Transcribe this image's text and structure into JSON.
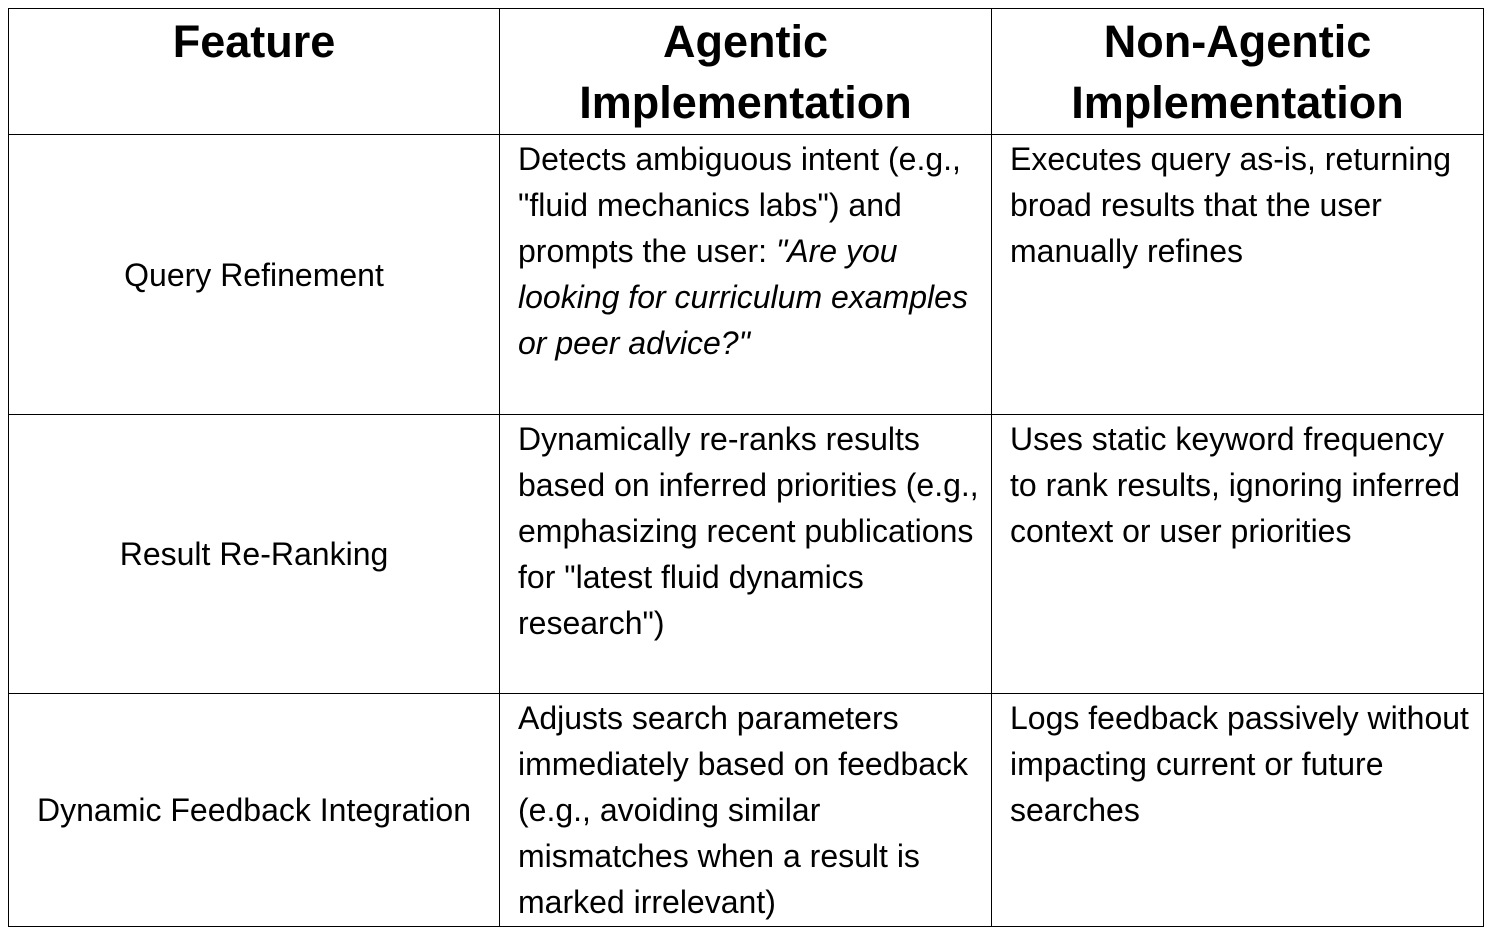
{
  "table": {
    "headers": [
      "Feature",
      "Agentic Implementation",
      "Non-Agentic Implementation"
    ],
    "rows": [
      {
        "feature": "Query Refinement",
        "agentic": {
          "text": "Detects ambiguous intent (e.g., \"fluid mechanics labs\") and prompts the user: ",
          "italic": "\"Are you looking for curriculum examples or peer advice?\""
        },
        "non_agentic": "Executes query as-is, returning broad results that the user manually refines"
      },
      {
        "feature": "Result Re-Ranking",
        "agentic": {
          "text": "Dynamically re-ranks results based on inferred priorities (e.g., emphasizing recent publications for \"latest fluid dynamics research\")",
          "italic": ""
        },
        "non_agentic": "Uses static keyword frequency to rank results, ignoring inferred context or user priorities"
      },
      {
        "feature": "Dynamic Feedback Integration",
        "agentic": {
          "text": "Adjusts search parameters immediately based on feedback (e.g., avoiding similar mismatches when a result is marked irrelevant)",
          "italic": ""
        },
        "non_agentic": "Logs feedback passively without impacting current or future searches"
      }
    ]
  },
  "colors": {
    "border": "#000000",
    "text": "#000000",
    "background": "#ffffff"
  }
}
